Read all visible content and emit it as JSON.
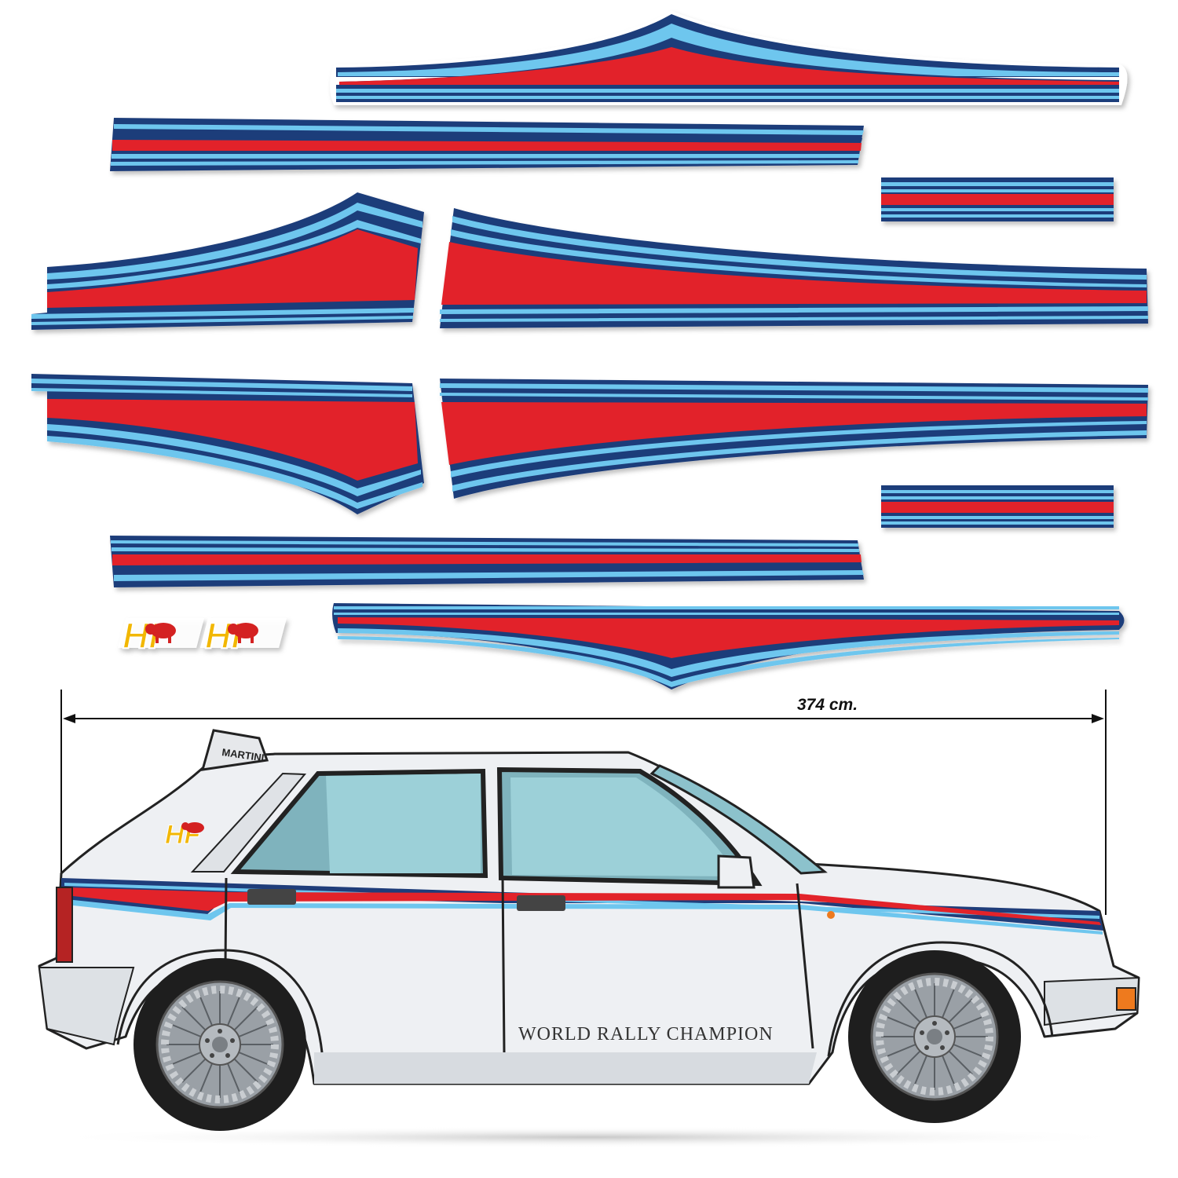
{
  "dimension": {
    "label": "374 cm."
  },
  "car": {
    "door_lettering": "WORLD RALLY CHAMPION",
    "roof_sign": "MARTINI"
  },
  "badges": {
    "hf": "HF"
  },
  "colors": {
    "dark_blue": "#1f3d7a",
    "light_blue": "#6ec6ee",
    "red": "#e2232a",
    "car_white": "#eef0f3",
    "badge_yellow": "#f2b705"
  }
}
